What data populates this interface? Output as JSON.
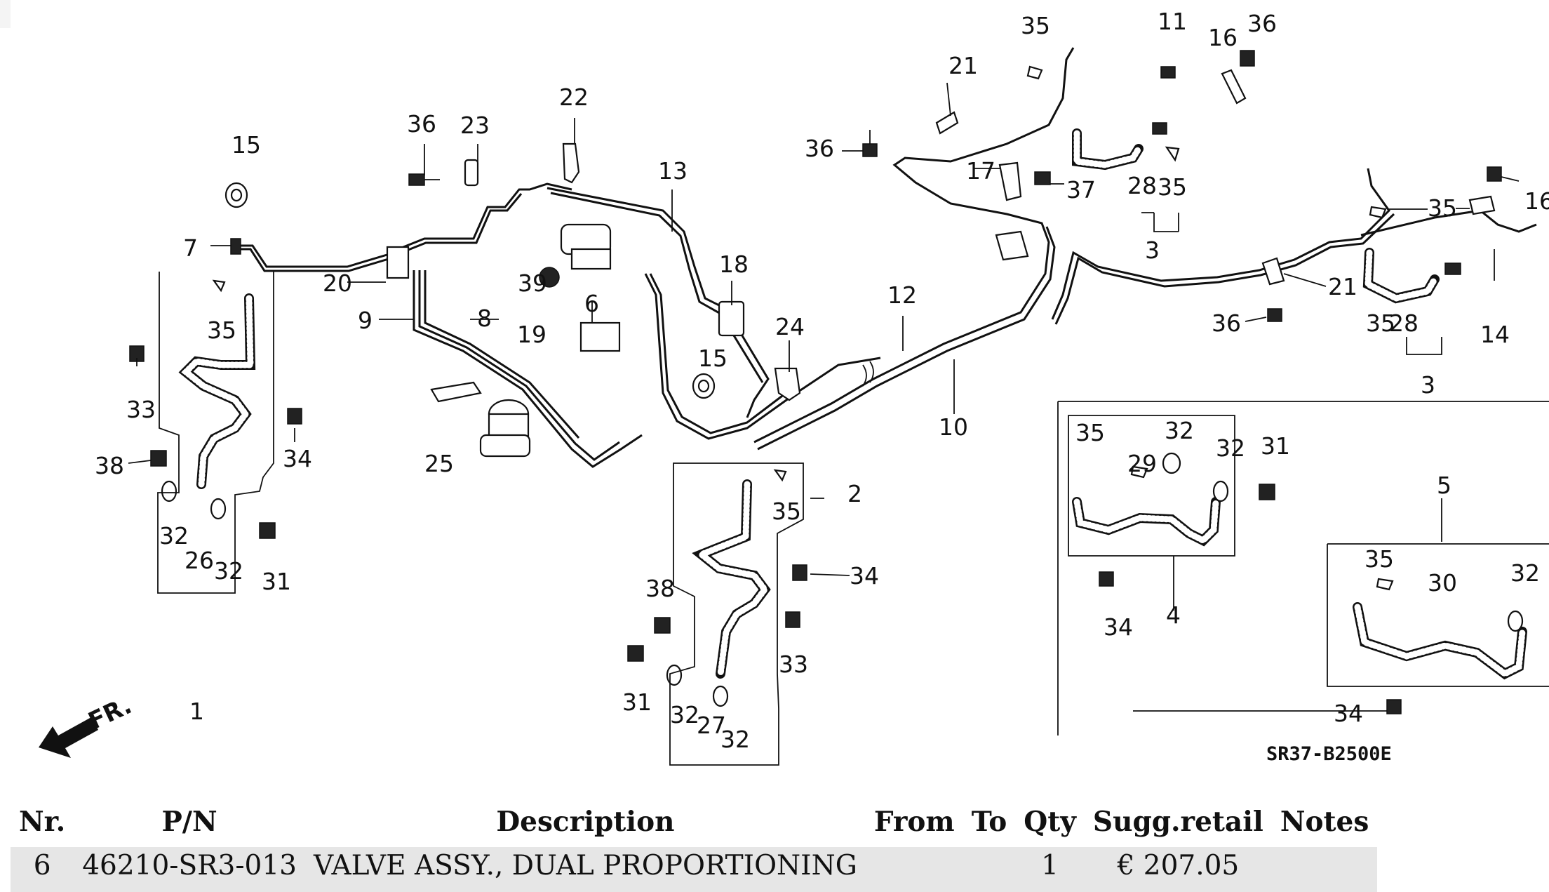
{
  "diagram": {
    "code": "SR37-B2500E",
    "direction_label": "FR.",
    "callouts": [
      "1",
      "2",
      "3",
      "4",
      "5",
      "6",
      "7",
      "8",
      "9",
      "10",
      "11",
      "12",
      "13",
      "14",
      "15",
      "16",
      "17",
      "18",
      "19",
      "20",
      "21",
      "22",
      "23",
      "24",
      "25",
      "26",
      "27",
      "28",
      "29",
      "30",
      "31",
      "32",
      "33",
      "34",
      "35",
      "36",
      "37",
      "38",
      "39"
    ]
  },
  "table": {
    "headers": {
      "nr": "Nr.",
      "pn": "P/N",
      "description": "Description",
      "from": "From",
      "to": "To",
      "qty": "Qty",
      "price": "Sugg.retail",
      "notes": "Notes"
    },
    "rows": [
      {
        "nr": "6",
        "pn": "46210-SR3-013",
        "description": "VALVE ASSY., DUAL PROPORTIONING",
        "from": "",
        "to": "",
        "qty": "1",
        "price": "€ 207.05",
        "notes": ""
      }
    ]
  }
}
